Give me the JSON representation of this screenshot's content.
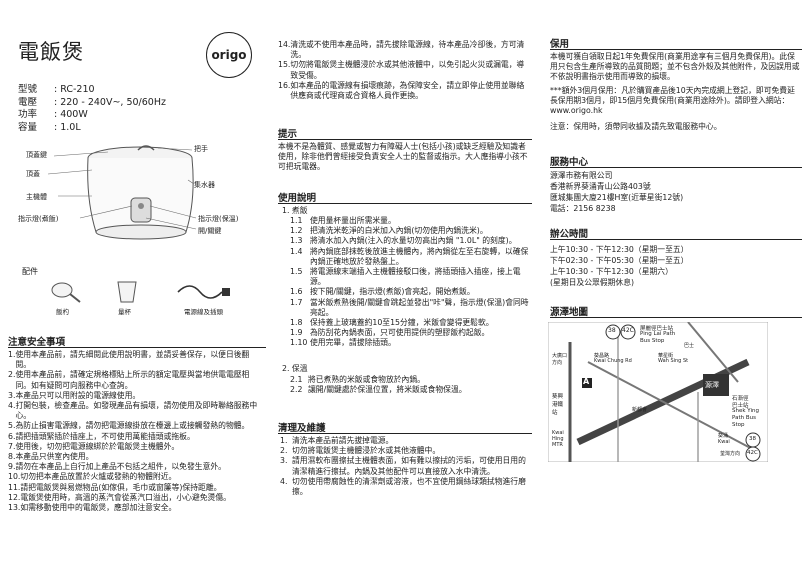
{
  "title": "電飯煲",
  "logo": "origo",
  "specs": [
    {
      "k": "型號",
      "v": ": RC-210"
    },
    {
      "k": "電壓",
      "v": ": 220 - 240V~, 50/60Hz"
    },
    {
      "k": "功率",
      "v": ": 400W"
    },
    {
      "k": "容量",
      "v": ": 1.0L"
    }
  ],
  "diagram_labels": {
    "lid_button": "頂蓋鍵",
    "handle": "把手",
    "lid": "頂蓋",
    "water_collector": "集水器",
    "body": "主機體",
    "cook_light": "指示燈(煮飯)",
    "warm_light": "指示燈(保溫)",
    "switch": "開/關鍵"
  },
  "accessories": {
    "title": "配件",
    "spoon": "飯杓",
    "cup": "量杯",
    "cord": "電源線及插頭"
  },
  "safety": {
    "title": "注意安全事項",
    "items": [
      {
        "n": "1.",
        "t": "使用本產品前，請先細閱此使用說明書，並請妥善保存，以便日後翻閱。"
      },
      {
        "n": "2.",
        "t": "使用本產品前，請確定規格標貼上所示的額定電壓與當地供電電壓相同。如有疑問可向服務中心查詢。"
      },
      {
        "n": "3.",
        "t": "本產品只可以用附設的電源線使用。"
      },
      {
        "n": "4.",
        "t": "打開包裝，檢查產品。如發現產品有損壞，請勿使用及即時聯絡服務中心。"
      },
      {
        "n": "5.",
        "t": "為防止損害電源線，請勿把電源線掛放在檯邊上或接觸發熱的物體。"
      },
      {
        "n": "6.",
        "t": "請把插頭緊插於插座上，不可使用萬能插頭或拖板。"
      },
      {
        "n": "7.",
        "t": "使用後，切勿把電源線綁於於電飯煲主機體外。"
      },
      {
        "n": "8.",
        "t": "本產品只供室內使用。"
      },
      {
        "n": "9.",
        "t": "請勿在本產品上自行加上產品不包括之組件，以免發生意外。"
      },
      {
        "n": "10.",
        "t": "切勿把本產品放置於火爐或發熱的物體附近。"
      },
      {
        "n": "11.",
        "t": "請把電飯煲與易燃物品(如傢俱，毛巾或窗簾等)保持距離。"
      },
      {
        "n": "12.",
        "t": "電飯煲使用時，高溫的蒸汽會從蒸汽口溢出，小心避免燙傷。"
      },
      {
        "n": "13.",
        "t": "如需移動使用中的電飯煲，應部加注意安全。"
      }
    ]
  },
  "safety_cont": [
    {
      "n": "14.",
      "t": "清洗或不使用本產品時，請先拔除電源線，待本產品冷卻後，方可清洗。"
    },
    {
      "n": "15.",
      "t": "切勿將電飯煲主機體浸於水或其他液體中，以免引起火災或漏電，導致受傷。"
    },
    {
      "n": "16.",
      "t": "如本產品的電源線有損壞痕跡，為保障安全，請立即停止使用並聯絡供應商或代理商或合資格人員作更換。"
    }
  ],
  "notice": {
    "title": "提示",
    "text": "本機不是為體質、感覺或智力有障礙人士(包括小孩)或缺乏經驗及知識者使用，除非他們曾經接受負責安全人士的監督或指示。大人應指導小孩不可把玩電器。"
  },
  "usage": {
    "title": "使用說明",
    "s1": "1. 煮飯",
    "steps": [
      {
        "n": "1.1",
        "t": "使用量杯量出所需米量。"
      },
      {
        "n": "1.2",
        "t": "把清洗米乾淨的白米加入內鍋(切勿使用內鍋洗米)。"
      },
      {
        "n": "1.3",
        "t": "將清水加入內鍋(注入的水量切勿高出內鍋 \"1.0L\" 的刻度)。"
      },
      {
        "n": "1.4",
        "t": "將內鍋底部抹乾後放進主機體內，將內鍋從左至右旋轉，以確保內鍋正確地放於發熱盤上。"
      },
      {
        "n": "1.5",
        "t": "將電源線末端插入主機體接駁口後，將插頭插入插座，接上電源。"
      },
      {
        "n": "1.6",
        "t": "按下開/關鍵，指示燈(煮飯)會亮起，開始煮飯。"
      },
      {
        "n": "1.7",
        "t": "當米飯煮熟後開/關鍵會跳起並發出\"咔\"聲，指示燈(保溫)會同時亮起。"
      },
      {
        "n": "1.8",
        "t": "保持蓋上玻璃蓋約10至15分鐘，米飯會變得更鬆軟。"
      },
      {
        "n": "1.9",
        "t": "為防刮花內鍋表面，只可使用提供的塑膠飯杓起飯。"
      },
      {
        "n": "1.10",
        "t": "使用完畢，請拔除插頭。"
      }
    ],
    "s2": "2. 保溫",
    "steps2": [
      {
        "n": "2.1",
        "t": "將已煮熟的米飯或食物放於內鍋。"
      },
      {
        "n": "2.2",
        "t": "讓開/關鍵處於保溫位置，將米飯或食物保溫。"
      }
    ]
  },
  "cleaning": {
    "title": "清理及維護",
    "items": [
      {
        "n": "1.",
        "t": "清洗本產品前請先拔掉電源。"
      },
      {
        "n": "2.",
        "t": "切勿將電飯煲主機體浸於水或其他液體中。"
      },
      {
        "n": "3.",
        "t": "請用濕軟布團擦拭主機體表面，如有難以擦拭的污垢，可使用日用的清潔精進行擦拭。內鍋及其他配件可以直接放入水中清洗。"
      },
      {
        "n": "4.",
        "t": "切勿使用帶腐蝕性的清潔劑或溶液，也不宜使用鋼絲球類拭物進行磨擦。"
      }
    ]
  },
  "warranty": {
    "title": "保用",
    "p1": "本機可獲自領取日起1年免費保用(商業用途享有三個月免費保用)。此保用只包含生產所導致的品質問題；並不包含外殼及其他附件，及因誤用或不依說明書指示使用而導致的損壞。",
    "p2": "***額外3個月保用：凡於購買產品後10天內完成網上登記，即可免費延長保用期3個月，即15個月免費保用(商業用途除外)。請即登入網站：www.origo.hk",
    "p3": "注意：保用時，須帶同收據及請先致電服務中心。"
  },
  "service": {
    "title": "服務中心",
    "lines": [
      "源澤市務有限公司",
      "香港新界葵涌青山公路403號",
      "匯城集團大廈21樓H室(近華星街12號)",
      "電話：2156 8238"
    ]
  },
  "hours": {
    "title": "辦公時間",
    "lines": [
      "上午10:30 - 下午12:30（星期一至五）",
      "下午02:30 - 下午05:30（星期一至五）",
      "上午10:30 - 下午12:30（星期六）",
      "(星期日及公眾假期休息)"
    ]
  },
  "map": {
    "title": "源澤地圖",
    "labels": [
      "38",
      "42C",
      "屏麗徑巴士站",
      "Ping Lai Path",
      "Bus Stop",
      "大廣口",
      "方向",
      "A",
      "葵興港鐵站",
      "Kwai Hing MTR",
      "葵昌路",
      "Kwai Chung Rd",
      "華星街",
      "Wah Sing St",
      "新都會",
      "源澤",
      "石漸徑",
      "巴士站",
      "Shek Ying",
      "Path Bus",
      "Stop",
      "葵涌",
      "Kwai",
      "荃灣方向",
      "38",
      "42C",
      "巴士"
    ]
  },
  "colors": {
    "accent": "#222222",
    "map_road": "#555555"
  }
}
